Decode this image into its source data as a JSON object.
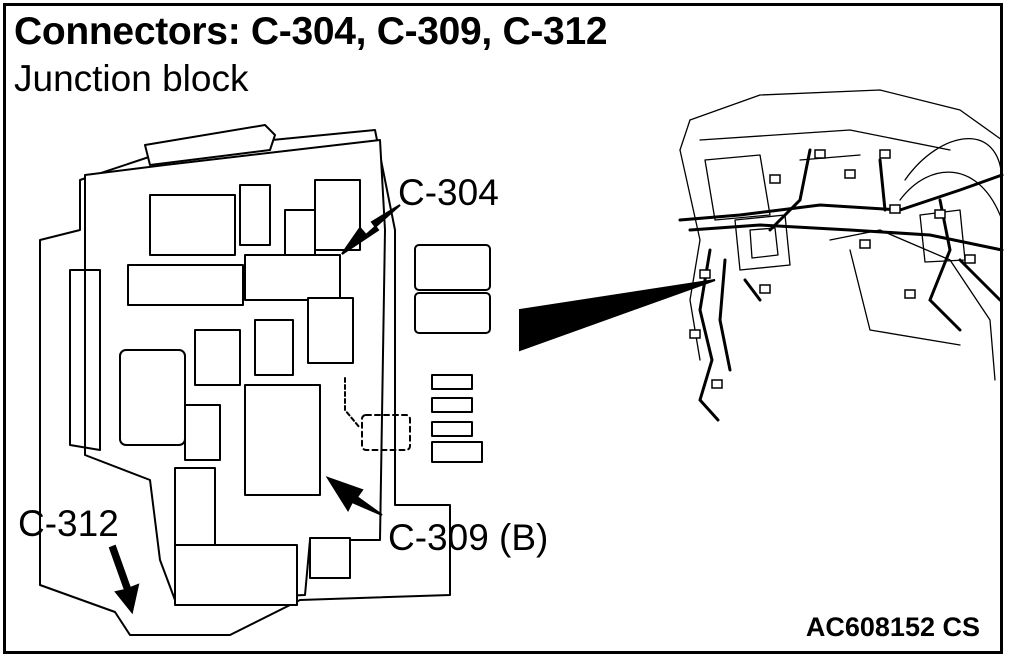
{
  "header": {
    "title": "Connectors: C-304, C-309, C-312",
    "subtitle": "Junction block"
  },
  "callouts": {
    "c304": "C-304",
    "c309": "C-309 (B)",
    "c312": "C-312"
  },
  "figure_code": "AC608152 CS",
  "colors": {
    "line": "#000000",
    "background": "#ffffff",
    "panel_fill": "#ffffff"
  }
}
